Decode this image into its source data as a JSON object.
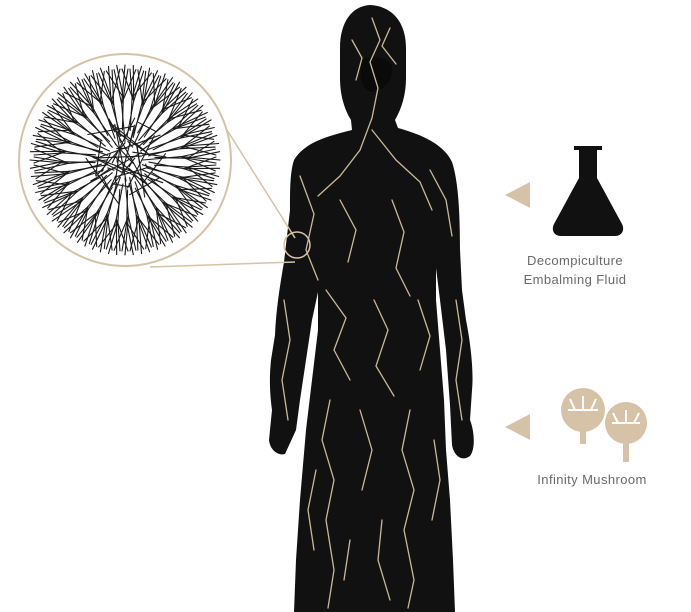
{
  "labels": {
    "fluid_line1": "Decompiculture",
    "fluid_line2": "Embalming Fluid",
    "mushroom": "Infinity Mushroom"
  },
  "colors": {
    "suit": "#111111",
    "veins": "#c9b99a",
    "accent": "#d6c2a6",
    "mycelium": "#1a1a1a",
    "text": "#6a6a6a"
  },
  "icons": {
    "flask": "flask-icon",
    "mushroom": "mushroom-icon",
    "arrow": "arrow-left-icon",
    "zoom": "mycelium-zoom-icon"
  }
}
